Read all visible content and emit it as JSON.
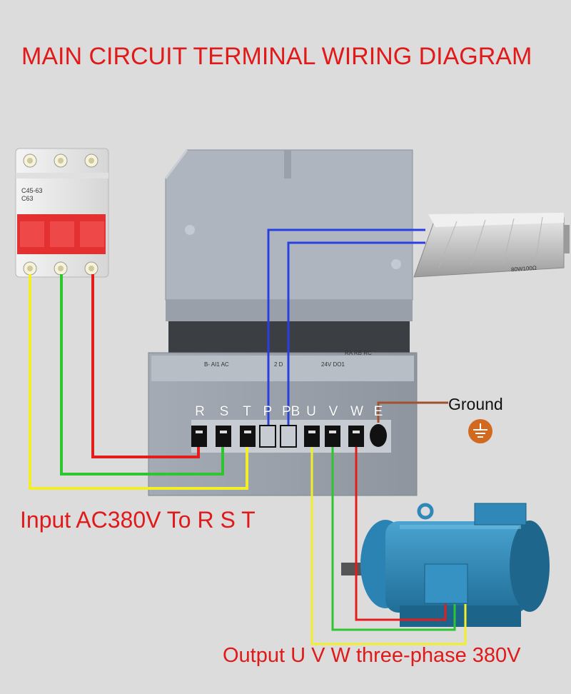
{
  "title": "MAIN CIRCUIT TERMINAL WIRING DIAGRAM",
  "input_label": "Input AC380V To R S T",
  "output_label": "Output U V W three-phase 380V",
  "ground_label": "Ground",
  "breaker": {
    "model_line1": "C45-63",
    "model_line2": "C63"
  },
  "resistor": {
    "marking": "80W100Ω"
  },
  "terminals": [
    "R",
    "S",
    "T",
    "P",
    "PB",
    "U",
    "V",
    "W",
    "E"
  ],
  "control_terminals": {
    "left": "B- AI1 AC",
    "mid": "2 D",
    "right_a": "24V DO1",
    "right_b": "RA RB RC"
  },
  "wire_colors": {
    "red": "#e31c1c",
    "green": "#2ec62e",
    "yellow": "#f2ef2a",
    "blue": "#2a3fe0",
    "brown": "#a0522d"
  }
}
